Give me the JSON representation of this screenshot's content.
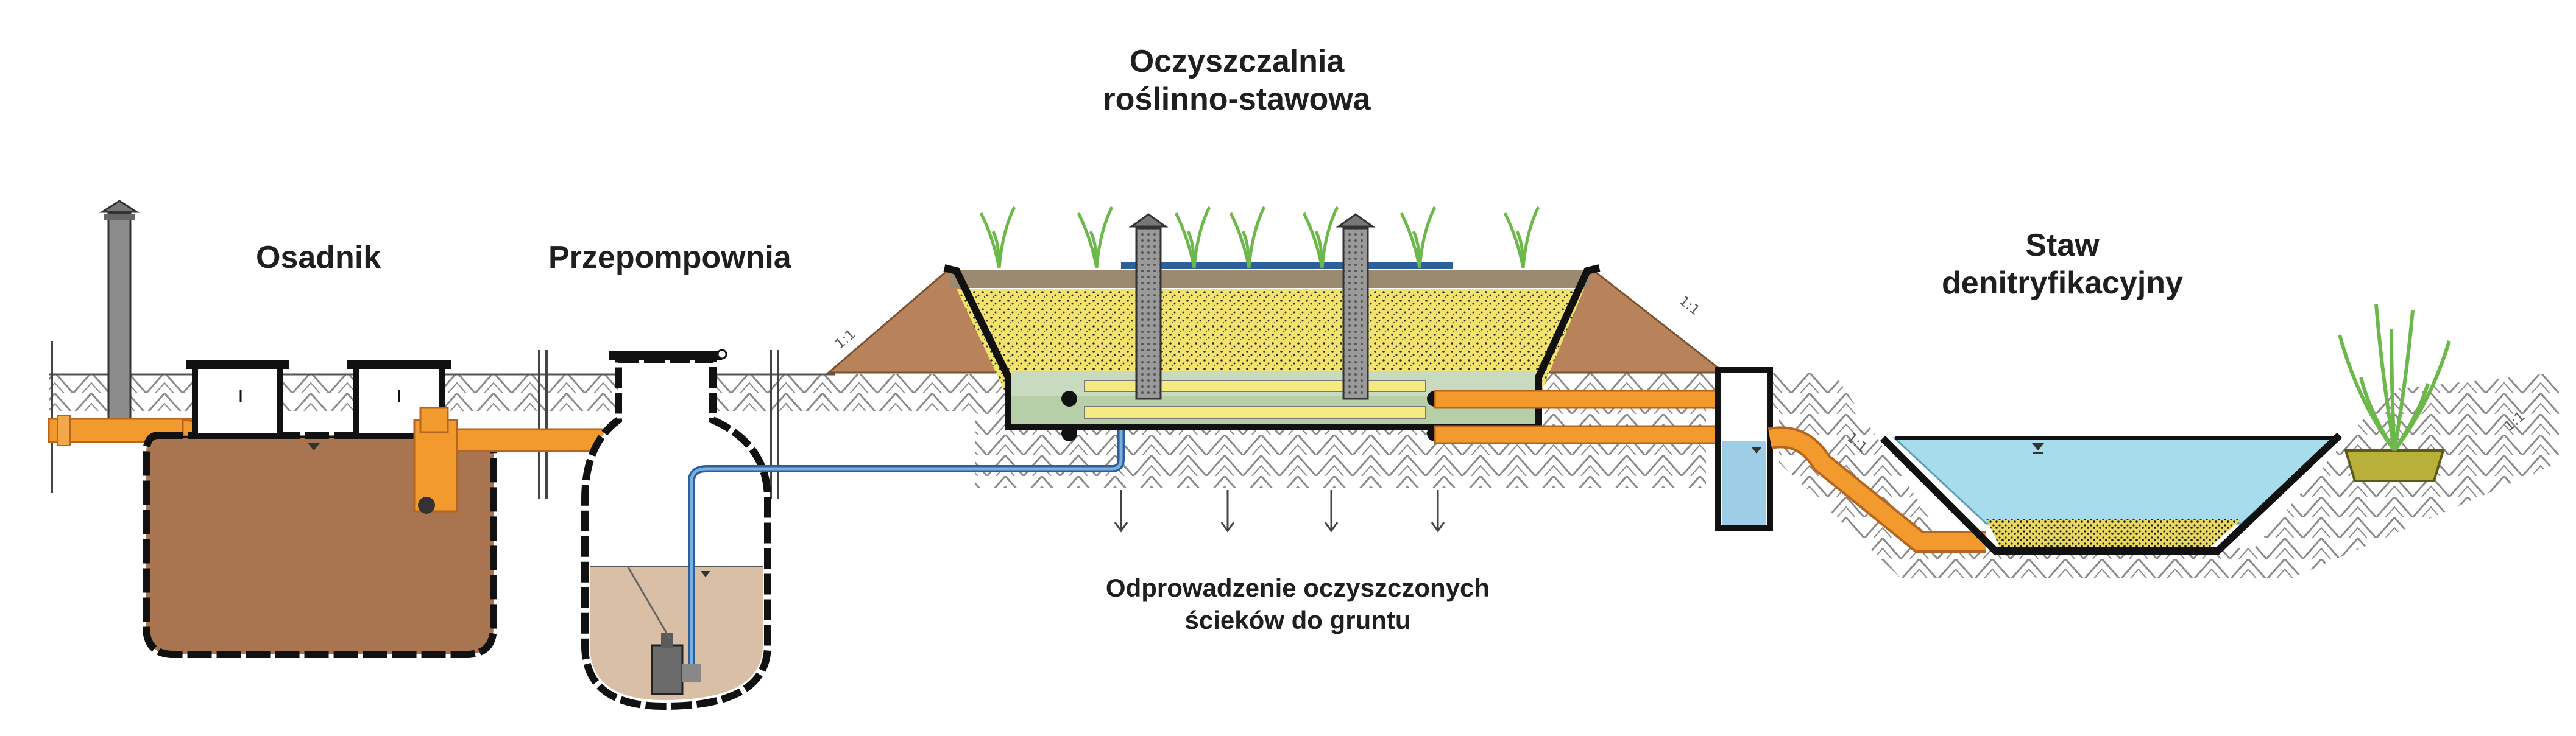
{
  "labels": {
    "osadnik": "Osadnik",
    "przepompownia": "Przepompownia",
    "oczyszczalnia_line1": "Oczyszczalnia",
    "oczyszczalnia_line2": "roślinno-stawowa",
    "staw_line1": "Staw",
    "staw_line2": "denitryfikacyjny",
    "odprowadzenie_line1": "Odprowadzenie oczyszczonych",
    "odprowadzenie_line2": "ścieków do gruntu"
  },
  "slopes": {
    "s1": "1:1",
    "s2": "1:1",
    "s3": "1:1",
    "s4": "1:1"
  },
  "colors": {
    "soil": "#b8825a",
    "sludge": "#a87550",
    "pipe_orange": "#f29a2e",
    "pipe_blue": "#2d5f9a",
    "water": "#a6dcec",
    "sand": "#f2e36f",
    "ground_hatch": "#8a8a8a",
    "vent": "#8c8c8c",
    "plant": "#6db84a"
  }
}
